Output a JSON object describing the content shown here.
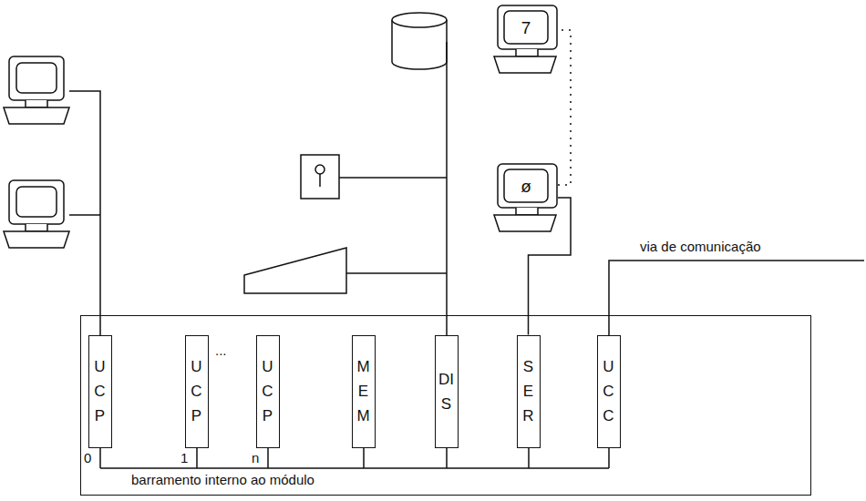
{
  "diagram": {
    "nodes": [
      {
        "text": [
          "7"
        ]
      },
      {
        "text": [
          "ø"
        ]
      },
      {
        "text": [
          "barramento interno ao módulo"
        ]
      },
      {
        "text": [
          "UCP"
        ],
        "in": 2
      },
      {
        "text": [
          "UCP"
        ],
        "in": 2
      },
      {
        "text": [
          "UCP"
        ],
        "in": 2
      },
      {
        "text": [
          "MEM"
        ],
        "in": 2
      },
      {
        "text": [
          "DIS"
        ],
        "in": 2
      },
      {
        "text": [
          "SER"
        ],
        "in": 2
      },
      {
        "text": [
          "UCC"
        ],
        "in": 2
      }
    ],
    "edges": [
      {
        "from": 8,
        "to": 1,
        "arrow": "none"
      },
      {
        "from": 1,
        "to": 0,
        "arrow": "none"
      }
    ],
    "labels": [
      "0",
      "1",
      "...",
      "n",
      "via de comunicação"
    ]
  }
}
